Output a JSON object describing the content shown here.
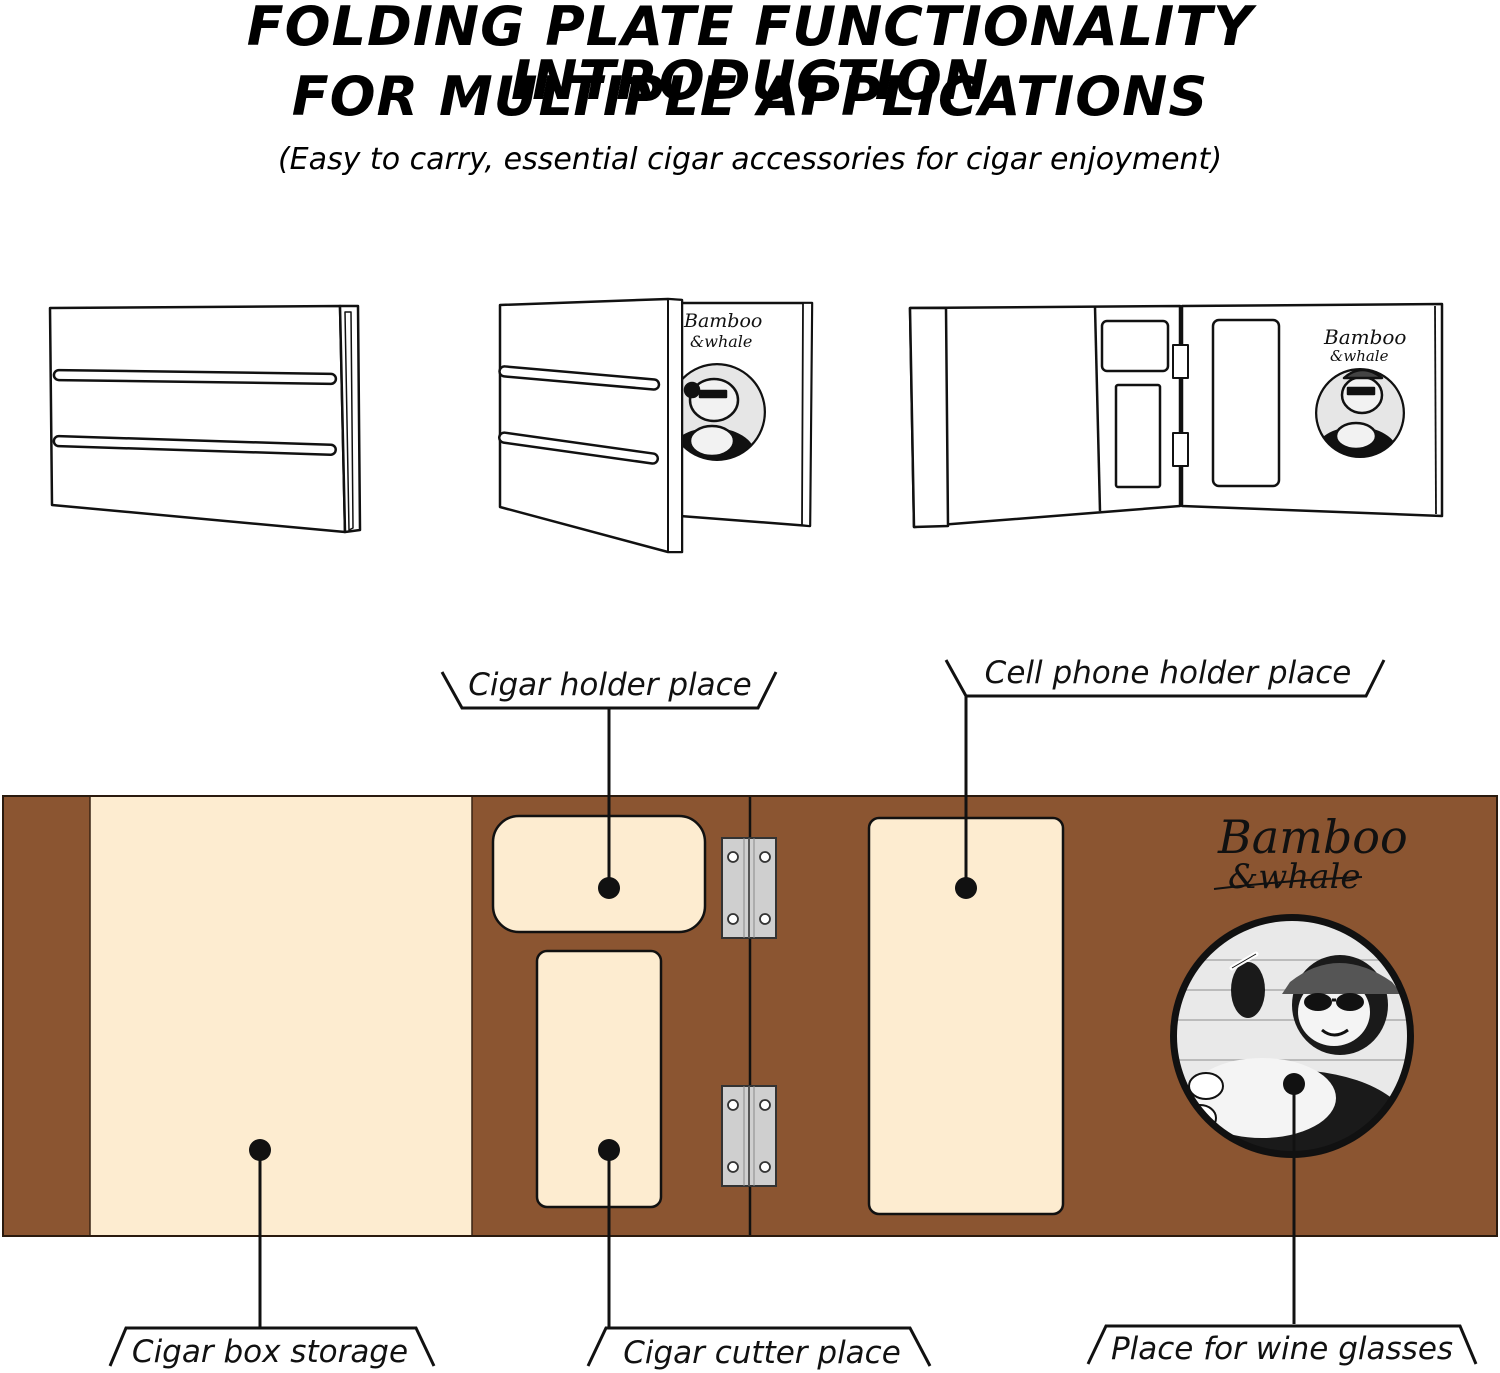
{
  "header": {
    "title_line1": "FOLDING PLATE FUNCTIONALITY INTRODUCTION",
    "title_line2": "FOR MULTIPLE APPLICATIONS",
    "subtitle": "(Easy to carry, essential cigar accessories for cigar enjoyment)"
  },
  "brand": {
    "line1": "Bamboo",
    "line2": "&whale"
  },
  "callouts": {
    "cigar_holder": "Cigar holder place",
    "cell_phone_holder": "Cell phone holder place",
    "cigar_box_storage": "Cigar box storage",
    "cigar_cutter": "Cigar cutter place",
    "wine_glasses": "Place for wine glasses"
  },
  "colors": {
    "board_brown": "#8b5531",
    "panel_cream": "#fdecd0",
    "hinge_silver": "#cfcfcf",
    "outline": "#111111"
  },
  "icons": [
    "hinge-icon",
    "panda-logo-icon"
  ]
}
